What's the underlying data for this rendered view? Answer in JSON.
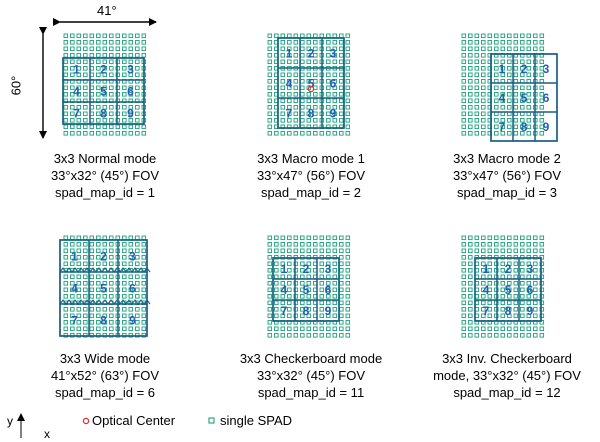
{
  "dimensions": {
    "width_label": "41°",
    "height_label": "60°"
  },
  "colors": {
    "spad": "#1aa27a",
    "zone": "#1a5f86",
    "number": "#1f5fb8",
    "optical_center": "#d93030"
  },
  "modes": [
    {
      "lines": [
        "3x3 Normal mode",
        "33°x32° (45°) FOV",
        "spad_map_id = 1"
      ],
      "zone_numbers": [
        "1",
        "2",
        "3",
        "4",
        "5",
        "6",
        "7",
        "8",
        "9"
      ]
    },
    {
      "lines": [
        "3x3 Macro mode 1",
        "33°x47° (56°) FOV",
        "spad_map_id = 2"
      ],
      "zone_numbers": [
        "1",
        "2",
        "3",
        "4",
        "5",
        "6",
        "7",
        "8",
        "9"
      ]
    },
    {
      "lines": [
        "3x3 Macro mode 2",
        "33°x47° (56°) FOV",
        "spad_map_id = 3"
      ],
      "zone_numbers": [
        "1",
        "2",
        "3",
        "4",
        "5",
        "6",
        "7",
        "8",
        "9"
      ]
    },
    {
      "lines": [
        "3x3 Wide mode",
        "41°x52° (63°) FOV",
        "spad_map_id = 6"
      ],
      "zone_numbers": [
        "1",
        "2",
        "3",
        "4",
        "5",
        "6",
        "7",
        "8",
        "9"
      ]
    },
    {
      "lines": [
        "3x3 Checkerboard mode",
        "33°x32° (45°) FOV",
        "spad_map_id = 11"
      ],
      "zone_numbers": [
        "1",
        "2",
        "3",
        "4",
        "5",
        "6",
        "7",
        "8",
        "9"
      ]
    },
    {
      "lines": [
        "3x3 Inv. Checkerboard",
        "mode, 33°x32° (45°) FOV",
        "spad_map_id = 12"
      ],
      "zone_numbers": [
        "1",
        "2",
        "3",
        "4",
        "5",
        "6",
        "7",
        "8",
        "9"
      ]
    }
  ],
  "legend": {
    "optical_center": "Optical Center",
    "single_spad": "single SPAD"
  },
  "axes": {
    "y": "y",
    "x": "x"
  }
}
